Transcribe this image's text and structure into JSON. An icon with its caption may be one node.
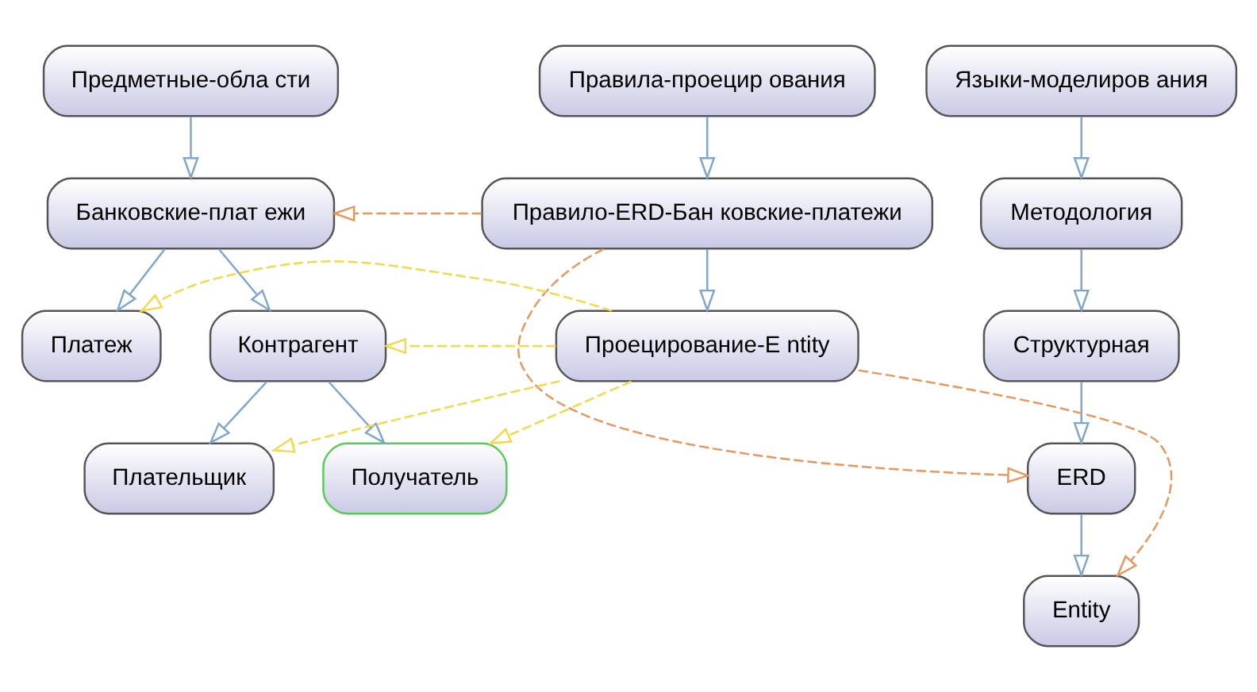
{
  "diagram": {
    "nodes": [
      {
        "text": [
          "Предметные-обла сти"
        ]
      },
      {
        "text": [
          "Правила-проецир ования"
        ]
      },
      {
        "text": [
          "Языки-моделиров ания"
        ]
      },
      {
        "text": [
          "Банковские-плат ежи"
        ]
      },
      {
        "text": [
          "Правило-ERD-Бан ковские-платежи"
        ]
      },
      {
        "text": [
          "Методология"
        ]
      },
      {
        "text": [
          "Структурная"
        ]
      },
      {
        "text": [
          "ERD"
        ]
      },
      {
        "text": [
          "Платеж"
        ]
      },
      {
        "text": [
          "Контрагент"
        ]
      },
      {
        "text": [
          "Проецирование-E ntity"
        ]
      },
      {
        "text": [
          "Entity"
        ]
      },
      {
        "text": [
          "Плательщик"
        ]
      },
      {
        "text": [
          "Получатель"
        ]
      }
    ],
    "edges": [
      {
        "from": 0,
        "to": 3,
        "arrow": "to"
      },
      {
        "from": 1,
        "to": 4,
        "arrow": "to"
      },
      {
        "from": 2,
        "to": 5,
        "arrow": "to"
      },
      {
        "from": 4,
        "to": 3,
        "arrow": "to",
        "style": "dashed",
        "color": "#e8965a"
      },
      {
        "from": 5,
        "to": 6,
        "arrow": "to"
      },
      {
        "from": 6,
        "to": 7,
        "arrow": "to"
      },
      {
        "from": 4,
        "to": 7,
        "arrow": "to",
        "style": "dashed",
        "color": "#e8965a"
      },
      {
        "from": 4,
        "to": 10,
        "arrow": "to"
      },
      {
        "from": 3,
        "to": 8,
        "arrow": "to"
      },
      {
        "from": 3,
        "to": 9,
        "arrow": "to"
      },
      {
        "from": 7,
        "to": 11,
        "arrow": "to"
      },
      {
        "from": 10,
        "to": 8,
        "arrow": "to",
        "style": "dashed",
        "color": "#f5d84a"
      },
      {
        "from": 10,
        "to": 9,
        "arrow": "to",
        "style": "dashed",
        "color": "#f5d84a"
      },
      {
        "from": 10,
        "to": 11,
        "arrow": "to",
        "style": "dashed",
        "color": "#e8965a"
      },
      {
        "from": 9,
        "to": 12,
        "arrow": "to"
      },
      {
        "from": 9,
        "to": 13,
        "arrow": "to"
      },
      {
        "from": 10,
        "to": 12,
        "arrow": "to",
        "style": "dashed",
        "color": "#f5d84a"
      },
      {
        "from": 10,
        "to": 13,
        "arrow": "to",
        "style": "dashed",
        "color": "#f5d84a"
      }
    ]
  }
}
